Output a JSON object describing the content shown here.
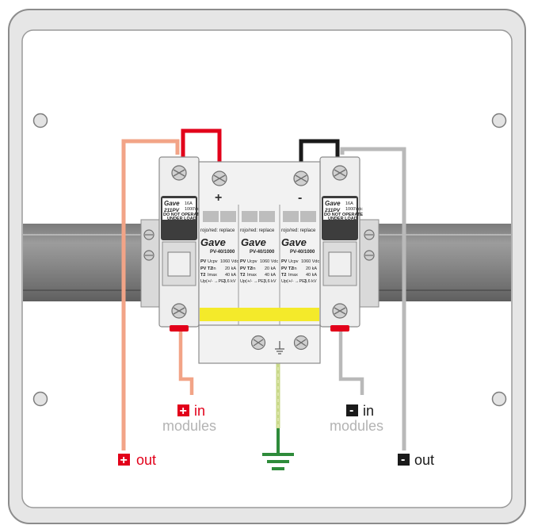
{
  "colors": {
    "positive_wire": "#e2001a",
    "negative_wire": "#1a1a1a",
    "pos_out_wire": "#f2a487",
    "neg_out_wire": "#b9b9b9",
    "earth_wire": "#c9d98a",
    "earth_symbol": "#2e8b3a",
    "yellow_band": "#f4ea2a",
    "label_grey": "#b3b3b3",
    "label_red": "#e2001a"
  },
  "module": {
    "polarity_plus": "+",
    "polarity_minus": "-",
    "replace_text": "rojo/red: replace",
    "brand": "Gave",
    "model": "PV-40/1000",
    "spec_rows": [
      {
        "tag": "PV",
        "name": "Ucpv",
        "value": "1060 Vdc"
      },
      {
        "tag": "PV T2",
        "name": "In",
        "value": "20 kA"
      },
      {
        "tag": "T2",
        "name": "Imax",
        "value": "40 kA"
      },
      {
        "tag": "",
        "name": "Up(+/- →PE)",
        "value": "3,6 kV"
      }
    ]
  },
  "isolator": {
    "brand": "Gave",
    "model": "211PV",
    "rating_line1": "16A",
    "rating_line2": "1000Vdc",
    "warning_line1": "DO NOT OPERATE",
    "warning_line2": "UNDER LOAD"
  },
  "labels": {
    "pos_in_sign": "+",
    "pos_in_text": "in",
    "pos_in_sub": "modules",
    "neg_in_sign": "-",
    "neg_in_text": "in",
    "neg_in_sub": "modules",
    "pos_out_sign": "+",
    "pos_out_text": "out",
    "neg_out_sign": "-",
    "neg_out_text": "out"
  }
}
